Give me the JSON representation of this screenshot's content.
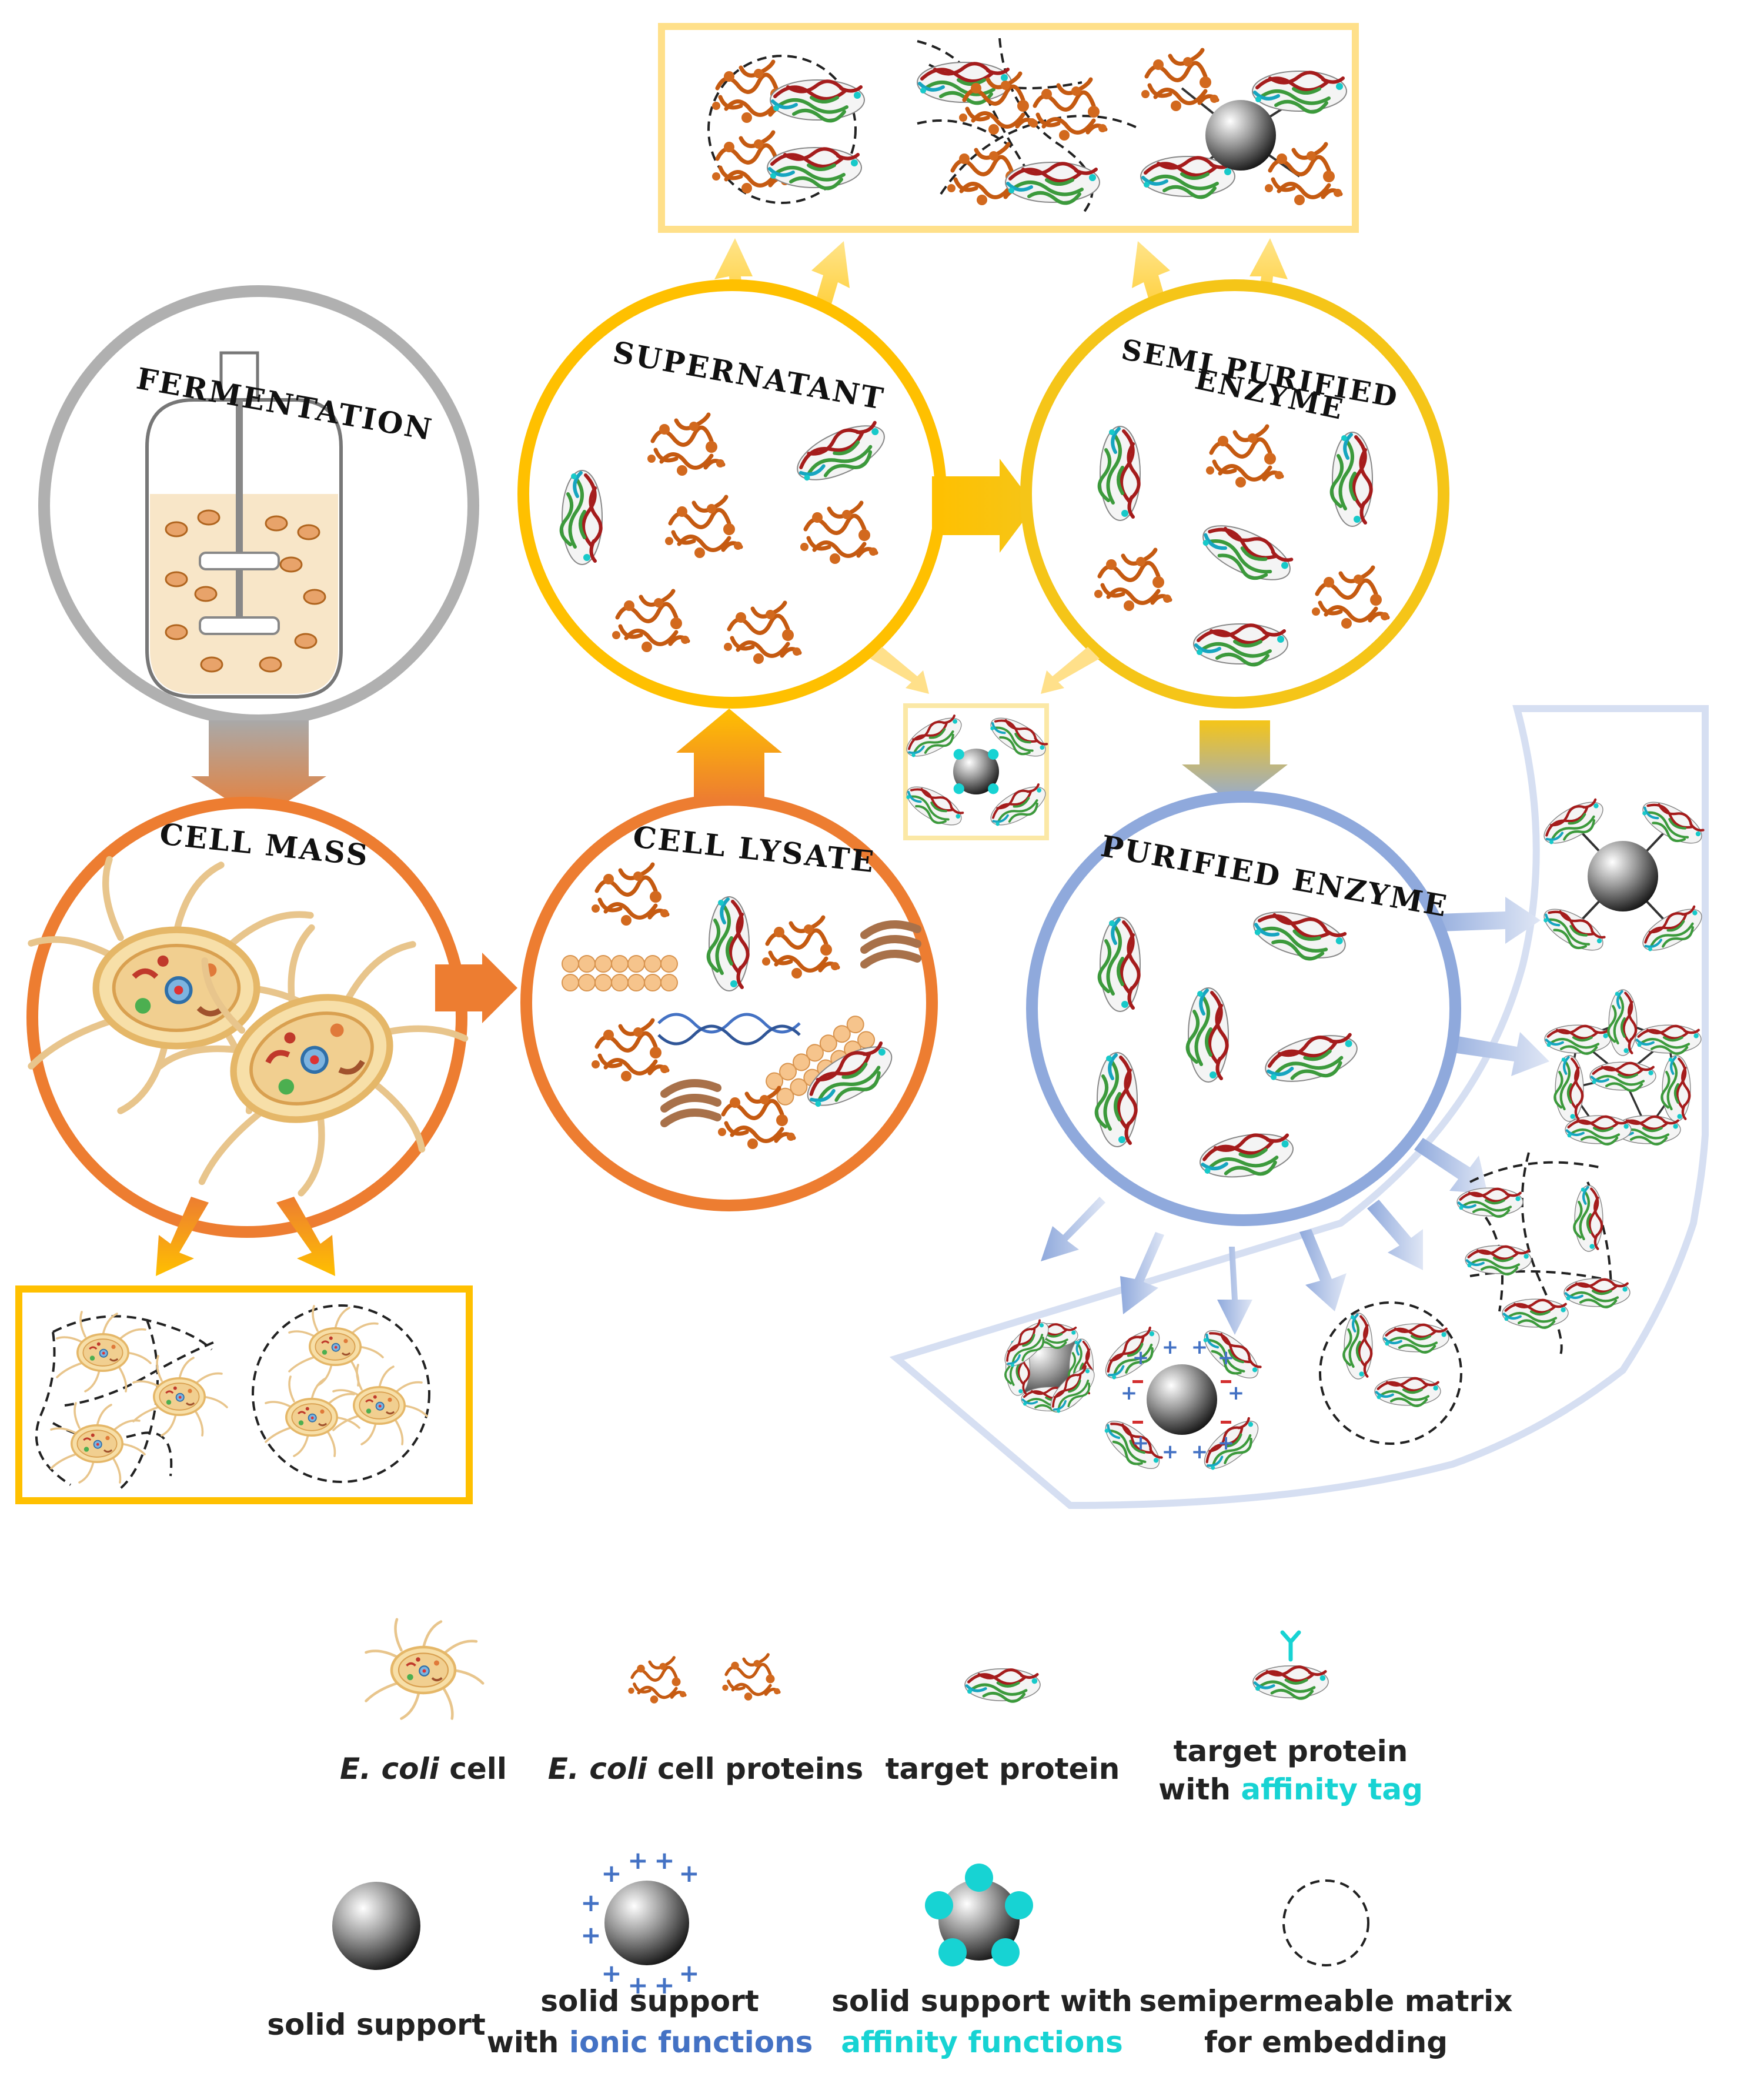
{
  "stages": {
    "fermentation": "FERMENTATION",
    "cell_mass": "CELL MASS",
    "cell_lysate": "CELL LYSATE",
    "supernatant": "SUPERNATANT",
    "semi_purified_1": "SEMI PURIFIED",
    "semi_purified_2": "ENZYME",
    "purified": "PURIFIED ENZYME"
  },
  "legend": {
    "ecoli_cell": {
      "italic": "E. coli",
      "rest": " cell"
    },
    "ecoli_proteins": {
      "italic": "E. coli",
      "rest": " cell proteins"
    },
    "target_protein": "target protein",
    "target_tag_line1": "target protein",
    "target_tag_prefix": "with ",
    "target_tag_highlight": "affinity tag",
    "solid_support": "solid support",
    "ionic_line1": "solid support",
    "ionic_prefix": "with ",
    "ionic_highlight": "ionic functions",
    "affinity_line1": "solid support with",
    "affinity_highlight": "affinity functions",
    "matrix_line1": "semipermeable matrix",
    "matrix_line2": "for embedding"
  },
  "colors": {
    "grey": "#a9a9a9",
    "orange": "#ed7d31",
    "yellow": "#ffc000",
    "gold": "#f5c518",
    "blue": "#8fa9dc",
    "pale_blue": "#d9e2f3",
    "protein_brown": "#c55a11",
    "enzyme_red": "#a51c1c",
    "enzyme_green": "#3c9a3c",
    "cyan": "#17d3d3",
    "ionic_blue": "#4472c4"
  }
}
